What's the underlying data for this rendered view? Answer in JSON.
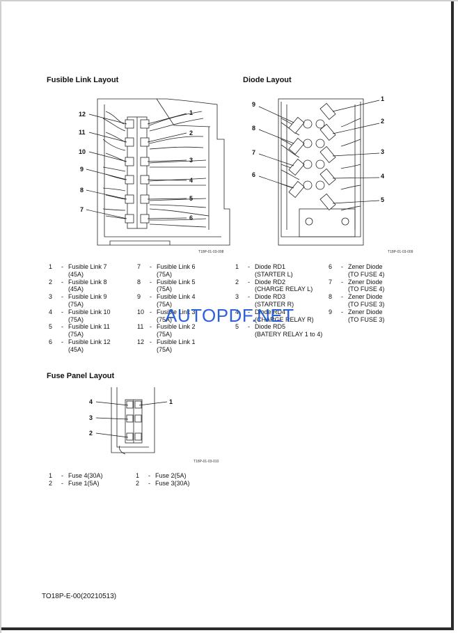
{
  "fusible": {
    "title": "Fusible Link Layout",
    "ref": "T18P-01-03-008",
    "callouts": [
      "12",
      "11",
      "10",
      "9",
      "8",
      "7",
      "1",
      "2",
      "3",
      "4",
      "5",
      "6"
    ],
    "legend_left": [
      {
        "num": "1",
        "name": "Fusible Link 7",
        "rating": "(45A)"
      },
      {
        "num": "2",
        "name": "Fusible Link 8",
        "rating": "(45A)"
      },
      {
        "num": "3",
        "name": "Fusible Link 9",
        "rating": "(75A)"
      },
      {
        "num": "4",
        "name": "Fusible Link 10",
        "rating": "(75A)"
      },
      {
        "num": "5",
        "name": "Fusible Link 11",
        "rating": "(75A)"
      },
      {
        "num": "6",
        "name": "Fusible Link 12",
        "rating": "(45A)"
      }
    ],
    "legend_right": [
      {
        "num": "7",
        "name": "Fusible Link 6",
        "rating": "(75A)"
      },
      {
        "num": "8",
        "name": "Fusible Link 5",
        "rating": "(75A)"
      },
      {
        "num": "9",
        "name": "Fusible Link 4",
        "rating": "(75A)"
      },
      {
        "num": "10",
        "name": "Fusible Link 3",
        "rating": "(75A)"
      },
      {
        "num": "11",
        "name": "Fusible Link 2",
        "rating": "(75A)"
      },
      {
        "num": "12",
        "name": "Fusible Link 1",
        "rating": "(75A)"
      }
    ]
  },
  "diode": {
    "title": "Diode Layout",
    "ref": "T18P-01-03-009",
    "callouts": [
      "9",
      "8",
      "7",
      "6",
      "1",
      "2",
      "3",
      "4",
      "5"
    ],
    "legend_left": [
      {
        "num": "1",
        "name": "Diode RD1",
        "rating": "(STARTER L)"
      },
      {
        "num": "2",
        "name": "Diode RD2",
        "rating": "(CHARGE RELAY L)"
      },
      {
        "num": "3",
        "name": "Diode RD3",
        "rating": "(STARTER R)"
      },
      {
        "num": "4",
        "name": "Diode RD4",
        "rating": "(CHARGE RELAY R)"
      },
      {
        "num": "5",
        "name": "Diode RD5",
        "rating": "(BATERY RELAY 1 to 4)"
      }
    ],
    "legend_right": [
      {
        "num": "6",
        "name": "Zener Diode",
        "rating": "(TO FUSE 4)"
      },
      {
        "num": "7",
        "name": "Zener Diode",
        "rating": "(TO FUSE 4)"
      },
      {
        "num": "8",
        "name": "Zener Diode",
        "rating": "(TO FUSE 3)"
      },
      {
        "num": "9",
        "name": "Zener Diode",
        "rating": "(TO FUSE 3)"
      }
    ]
  },
  "fuse": {
    "title": "Fuse Panel Layout",
    "ref": "T18P-01-03-010",
    "callouts": [
      "4",
      "3",
      "2",
      "1"
    ],
    "legend_left": [
      {
        "num": "1",
        "name": "Fuse 4(30A)"
      },
      {
        "num": "2",
        "name": "Fuse 1(5A)"
      }
    ],
    "legend_right": [
      {
        "num": "1",
        "name": "Fuse 2(5A)"
      },
      {
        "num": "2",
        "name": "Fuse 3(30A)"
      }
    ]
  },
  "watermark": "AUTOPDF.NET",
  "footer": "TO18P-E-00(20210513)"
}
